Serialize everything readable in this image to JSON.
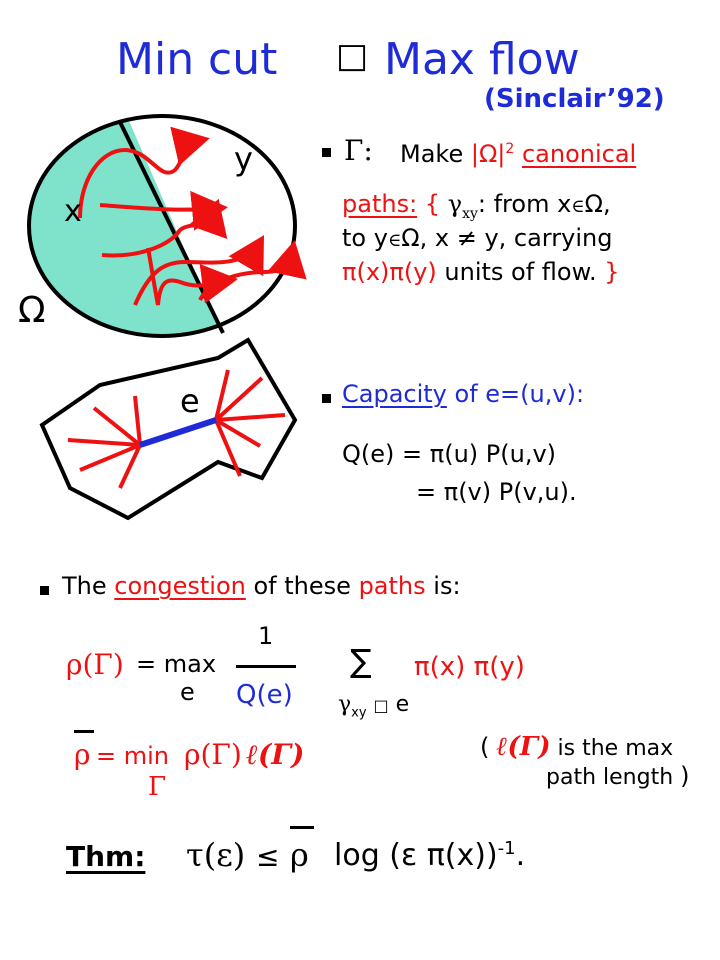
{
  "title": {
    "left": "Min cut",
    "symbol": "□",
    "right": "Max flow"
  },
  "citation": "(Sinclair’92)",
  "figure1": {
    "label_y": "y",
    "label_x": "x",
    "label_omega": "Ω"
  },
  "bullet1": {
    "gamma": "Γ:",
    "make": "Make",
    "omega_sq": "|Ω|",
    "exp2": "2",
    "canonical": "canonical",
    "paths_label": "paths:",
    "brace_open": "{",
    "gamma_xy": "γ",
    "sub_xy": "xy",
    "colon_from": ":  from x",
    "in_sym": "∈",
    "omega_comma": "Ω,",
    "to_y": "to y",
    "omega2": "Ω,",
    "x_neq_y": "x ≠ y, carrying",
    "pixpiy": "π(x)π(y)",
    "units": "units of flow.",
    "brace_close": "}"
  },
  "figure2": {
    "label_e": "e"
  },
  "bullet2": {
    "capacity": "Capacity",
    "rest": "of e=(u,v):",
    "line1": "Q(e) = π(u) P(u,v)",
    "line2": "= π(v) P(v,u)."
  },
  "bullet3": {
    "the": "The",
    "congestion": "congestion",
    "of_these": "of these",
    "paths": "paths",
    "is": "is:"
  },
  "formula1": {
    "rho": "ρ(Γ)",
    "eq_max": "= max",
    "e_sub": "e",
    "num": "1",
    "den": "Q(e)",
    "sum": "∑",
    "sum_gamma": "γ",
    "sum_xy": "xy",
    "sum_sym": "□",
    "sum_e": "e",
    "rhs": "π(x) π(y)"
  },
  "formula2": {
    "rho_bar": "ρ",
    "eq_min": "= min",
    "rho_g": "ρ(Γ)",
    "ell_g": "ℓ(Γ)",
    "gamma_sub": "Γ",
    "note_open": "(",
    "note_ell": "ℓ(Γ)",
    "note_rest": "is the max",
    "note_line2": "path length",
    "note_close": ")"
  },
  "theorem": {
    "label": "Thm:",
    "tau": "τ(ε)",
    "leq": "≤",
    "rho": "ρ",
    "log": "log (ε π(x))",
    "exp": "-1",
    "period": "."
  },
  "colors": {
    "blue": "#1e2bd6",
    "red": "#ee1111",
    "teal": "#7fe3cc",
    "black": "#000000"
  }
}
